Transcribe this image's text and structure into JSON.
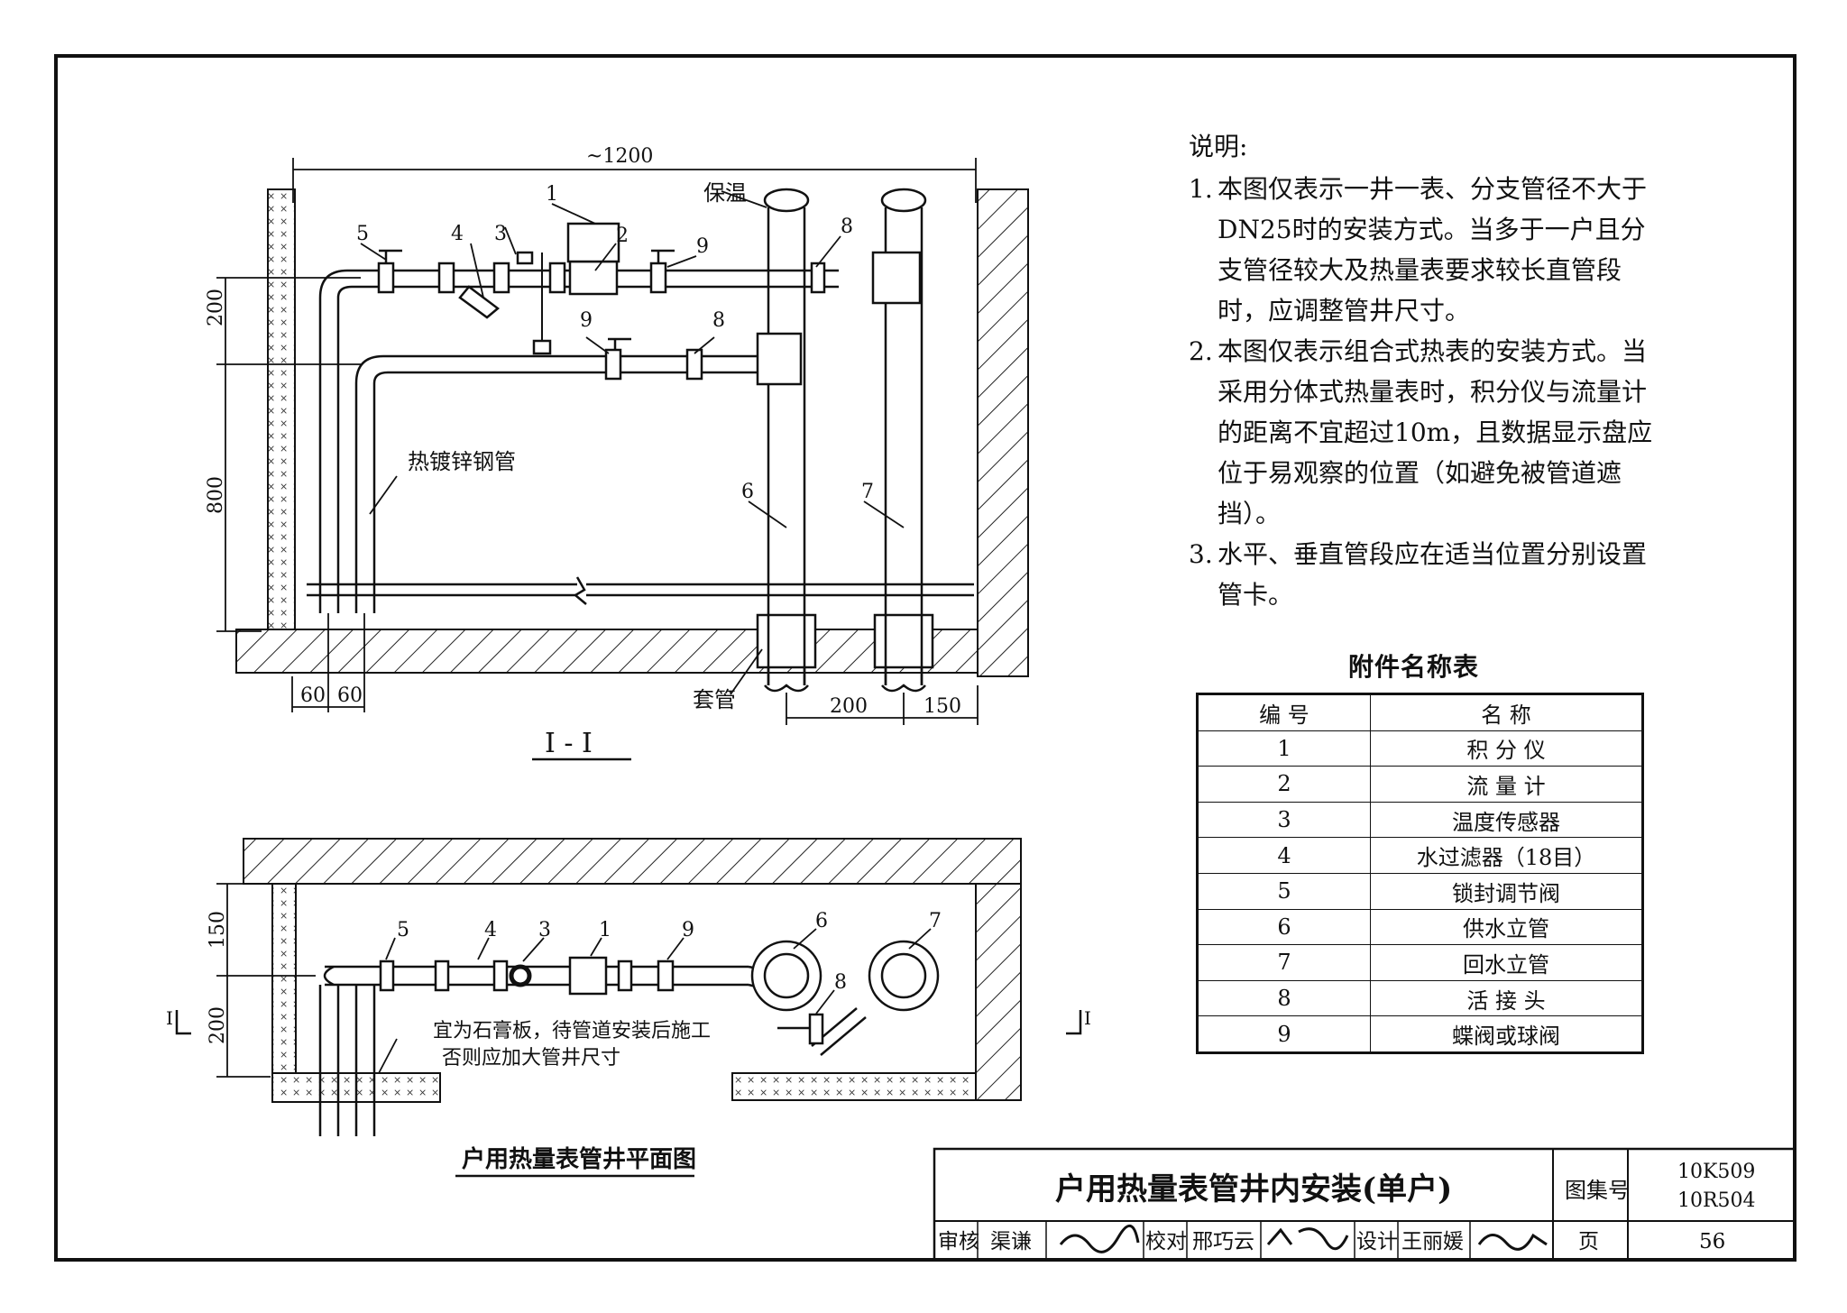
{
  "section_view": {
    "dim_top": "~1200",
    "dim_left_200": "200",
    "dim_left_800": "800",
    "dim_bottom_60a": "60",
    "dim_bottom_60b": "60",
    "dim_bottom_200": "200",
    "dim_bottom_150": "150",
    "label_insulation": "保温",
    "label_pipe": "热镀锌钢管",
    "label_sleeve": "套管",
    "title": "I - I",
    "callouts": [
      "1",
      "2",
      "3",
      "4",
      "5",
      "9",
      "9",
      "8",
      "8",
      "6",
      "7"
    ]
  },
  "plan_view": {
    "title": "户用热量表管井平面图",
    "dim_150": "150",
    "dim_200": "200",
    "note_line1": "宜为石膏板，待管道安装后施工",
    "note_line2": "否则应加大管井尺寸",
    "section_mark_left": "I",
    "section_mark_right": "I",
    "callouts": [
      "5",
      "4",
      "3",
      "1",
      "9",
      "6",
      "7",
      "8"
    ]
  },
  "notes": {
    "title": "说明:",
    "items": [
      {
        "num": "1.",
        "text": "本图仅表示一井一表、分支管径不大于DN25时的安装方式。当多于一户且分支管径较大及热量表要求较长直管段时，应调整管井尺寸。"
      },
      {
        "num": "2.",
        "text": "本图仅表示组合式热表的安装方式。当采用分体式热量表时，积分仪与流量计的距离不宜超过10m，且数据显示盘应位于易观察的位置（如避免被管道遮挡）。"
      },
      {
        "num": "3.",
        "text": "水平、垂直管段应在适当位置分别设置管卡。"
      }
    ]
  },
  "parts_table": {
    "caption": "附件名称表",
    "headers": [
      "编 号",
      "名 称"
    ],
    "rows": [
      [
        "1",
        "积 分 仪"
      ],
      [
        "2",
        "流 量 计"
      ],
      [
        "3",
        "温度传感器"
      ],
      [
        "4",
        "水过滤器（18目）"
      ],
      [
        "5",
        "锁封调节阀"
      ],
      [
        "6",
        "供水立管"
      ],
      [
        "7",
        "回水立管"
      ],
      [
        "8",
        "活 接 头"
      ],
      [
        "9",
        "蝶阀或球阀"
      ]
    ]
  },
  "title_block": {
    "title": "户用热量表管井内安装(单户)",
    "atlas_label": "图集号",
    "atlas_no_1": "10K509",
    "atlas_no_2": "10R504",
    "review_label": "审核",
    "reviewer": "渠谦",
    "check_label": "校对",
    "checker": "邢巧云",
    "design_label": "设计",
    "designer": "王丽媛",
    "page_label": "页",
    "page_no": "56"
  }
}
